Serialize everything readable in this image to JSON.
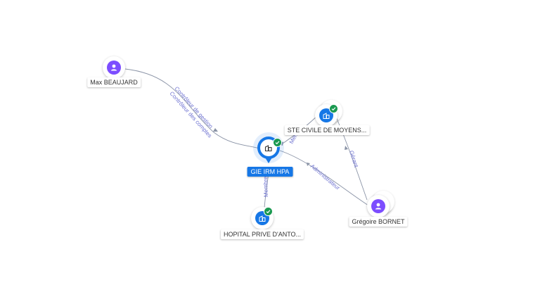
{
  "nodes": {
    "max": {
      "label": "Max BEAUJARD",
      "kind": "person",
      "icon": "person-icon"
    },
    "gie": {
      "label": "GIE IRM HPA",
      "kind": "company-main",
      "icon": "building-icon",
      "verified": true
    },
    "ste": {
      "label": "STE CIVILE DE MOYENS...",
      "kind": "company",
      "icon": "building-icon",
      "verified": true
    },
    "hopital": {
      "label": "HOPITAL PRIVE D'ANTO...",
      "kind": "company",
      "icon": "building-icon",
      "verified": true
    },
    "gregoire": {
      "label": "Grégoire BORNET",
      "kind": "person",
      "icon": "person-icon"
    }
  },
  "edges": {
    "max_gie_1": "Contrôleur de gestion",
    "max_gie_2": "Contrôleur des comptes",
    "gie_ste": "Membre",
    "gie_hopital": "Membre",
    "gregoire_gie": "Administrateur",
    "gregoire_ste": "Gérant"
  },
  "colors": {
    "main": "#1677e6",
    "person": "#7c4dff",
    "verified": "#1a9950",
    "edge": "#8a93a6",
    "edge_label": "#6b6fd0"
  }
}
